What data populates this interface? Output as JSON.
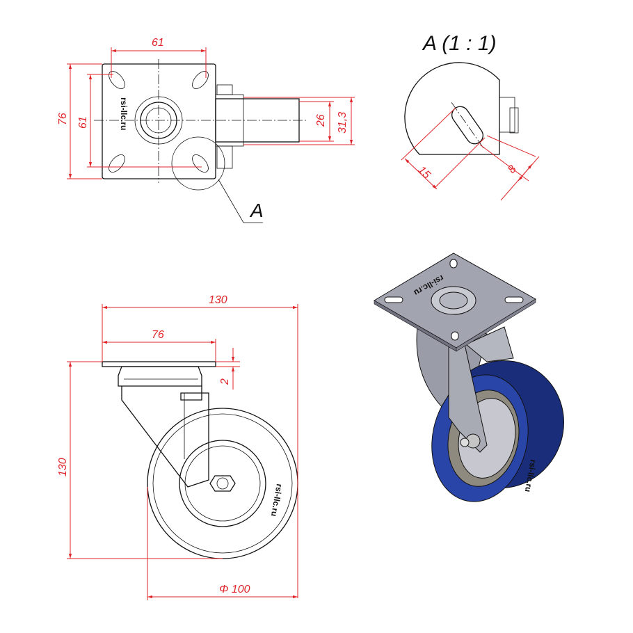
{
  "top_view": {
    "dim_plate_hole_spacing_h": "61",
    "dim_plate_height": "76",
    "dim_plate_hole_spacing_v": "61",
    "dim_wheel_width": "26",
    "dim_fork_width": "31,3",
    "detail_callout": "A",
    "logo": "rsi-llc.ru"
  },
  "detail_view": {
    "title": "A (1 : 1)",
    "dim_slot_length": "15",
    "dim_slot_width": "8"
  },
  "side_view": {
    "dim_overall_length": "130",
    "dim_plate_length": "76",
    "dim_plate_thickness": "2",
    "dim_overall_height": "130",
    "dim_wheel_diameter": "Φ 100",
    "logo": "rsi-llc.ru"
  },
  "iso_view": {
    "plate_logo": "rsi-llc.ru",
    "wheel_logo": "rsi-llc.ru",
    "colors": {
      "wheel": "#2a45a8",
      "metal": "#9a9ca8",
      "wheel_dark": "#1a2d7a"
    }
  }
}
